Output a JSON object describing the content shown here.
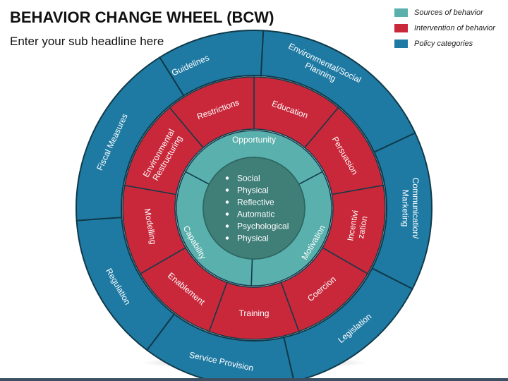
{
  "header": {
    "title": "BEHAVIOR CHANGE WHEEL (BCW)",
    "subtitle": "Enter your sub headline here"
  },
  "legend": [
    {
      "label": "Sources of behavior",
      "color": "#5ab0ac"
    },
    {
      "label": "Intervention of behavior",
      "color": "#c8283a"
    },
    {
      "label": "Policy categories",
      "color": "#1f7aa3"
    }
  ],
  "wheel": {
    "center_items": [
      "Social",
      "Physical",
      "Reflective",
      "Automatic",
      "Psychological",
      "Physical"
    ],
    "sources": [
      "Opportunity",
      "Motivation",
      "Capability"
    ],
    "interventions": [
      "Education",
      "Persuasion",
      "Incentivi zation",
      "Coercion",
      "Training",
      "Enablement",
      "Modelling",
      "Environmental Restructuring",
      "Restrictions"
    ],
    "policies": [
      "Environmental/Social Planning",
      "Communication/ Marketing",
      "Legislation",
      "Service Provision",
      "Regulation",
      "Fiscal Measures",
      "Guidelines"
    ],
    "colors": {
      "center": "#3f7f78",
      "source": "#5ab0ac",
      "intervention": "#c8283a",
      "policy": "#1f7aa3",
      "divider": "#0f3a4a"
    }
  }
}
